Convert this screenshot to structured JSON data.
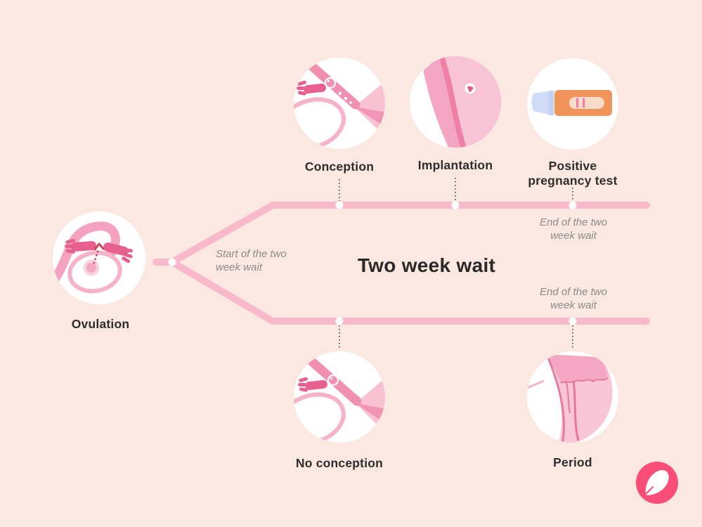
{
  "canvas": {
    "background": "#FAE8E1"
  },
  "title": "Two week wait",
  "notes": {
    "start": "Start of the two\nweek wait",
    "end_top": "End of the two\nweek wait",
    "end_bottom": "End of the two\nweek wait"
  },
  "nodes": {
    "ovulation": {
      "label": "Ovulation"
    },
    "conception": {
      "label": "Conception"
    },
    "implantation": {
      "label": "Implantation"
    },
    "positive_test": {
      "label": "Positive\npregnancy test"
    },
    "no_conception": {
      "label": "No conception"
    },
    "period": {
      "label": "Period"
    }
  },
  "illustrations": {
    "ovulation": "ovary-releasing-egg-icon",
    "conception": "egg-and-sperm-in-tube-icon",
    "implantation": "embryo-in-uterine-wall-icon",
    "positive_test": "pregnancy-test-two-lines-icon",
    "no_conception": "egg-alone-in-tube-icon",
    "period": "uterine-lining-shedding-icon",
    "logo": "flo-feather-icon"
  },
  "colors": {
    "background": "#FAE8E1",
    "timeline_line": "#F8B9CB",
    "timeline_dot": "#FFFFFF",
    "connector_dots": "#4A4A4A",
    "text_dark": "#2E2D2C",
    "text_gray": "#8F8B88",
    "pink_light": "#F8C3D4",
    "pink_medium": "#F3A5C1",
    "pink_dark": "#E8618E",
    "arrow_red": "#C8485E",
    "test_orange": "#F0945C",
    "test_blue": "#CFDBF7",
    "test_window": "#F7DCC8",
    "logo_pink": "#FA4D78"
  }
}
